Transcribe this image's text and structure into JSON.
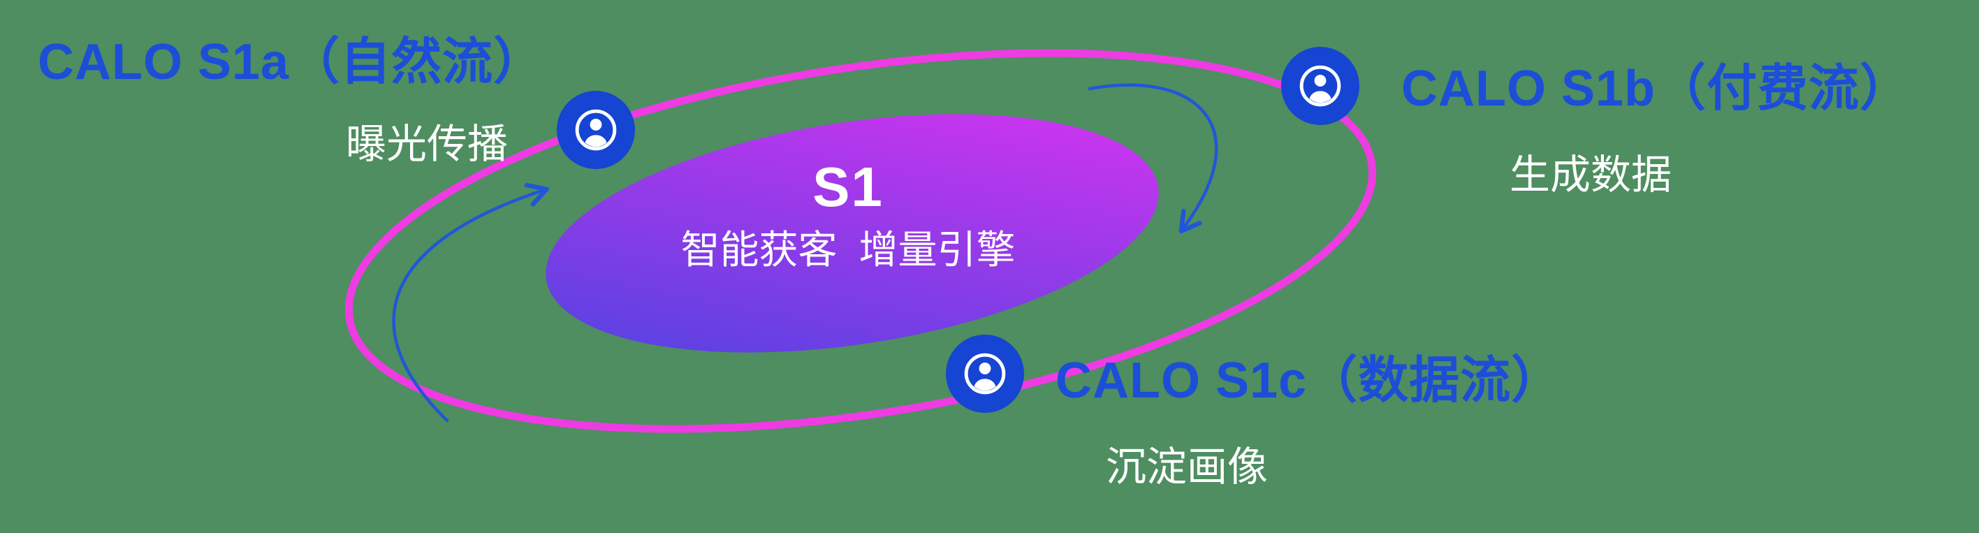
{
  "core": {
    "title": "S1",
    "subtitle": "智能获客  增量引擎"
  },
  "nodes": {
    "s1a": {
      "title": "CALO S1a（自然流）",
      "subtitle": "曝光传播"
    },
    "s1b": {
      "title": "CALO S1b（付费流）",
      "subtitle": "生成数据"
    },
    "s1c": {
      "title": "CALO S1c（数据流）",
      "subtitle": "沉淀画像"
    }
  },
  "colors": {
    "background_green": "#4e8e60",
    "title_blue": "#1c4ed8",
    "ring_magenta": "#ef3be3",
    "badge_blue": "#1545d2",
    "core_gradient_start": "#4a44e0",
    "core_gradient_end": "#dd33f2",
    "arrow_blue": "#2256d8",
    "subtitle_white": "#ffffff"
  },
  "icons": {
    "badge_icon": "user-in-circle"
  }
}
